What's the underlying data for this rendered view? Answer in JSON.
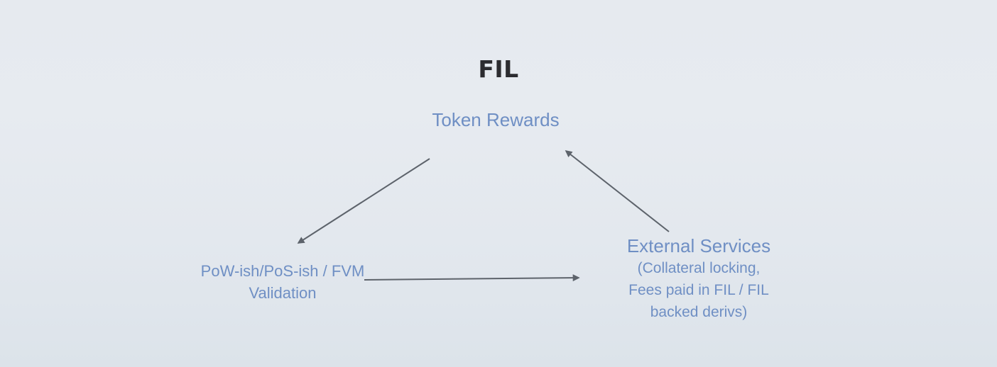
{
  "title": "FIL",
  "nodes": {
    "top": {
      "label": "Token Rewards"
    },
    "left": {
      "line1": "PoW-ish/PoS-ish / FVM",
      "line2": "Validation"
    },
    "right": {
      "head": "External Services",
      "line1": "(Collateral locking,",
      "line2": "Fees paid in FIL / FIL",
      "line3": "backed derivs)"
    }
  },
  "colors": {
    "label": "#6f8fc4",
    "title": "#2c2c30",
    "arrow": "#5d636b"
  }
}
